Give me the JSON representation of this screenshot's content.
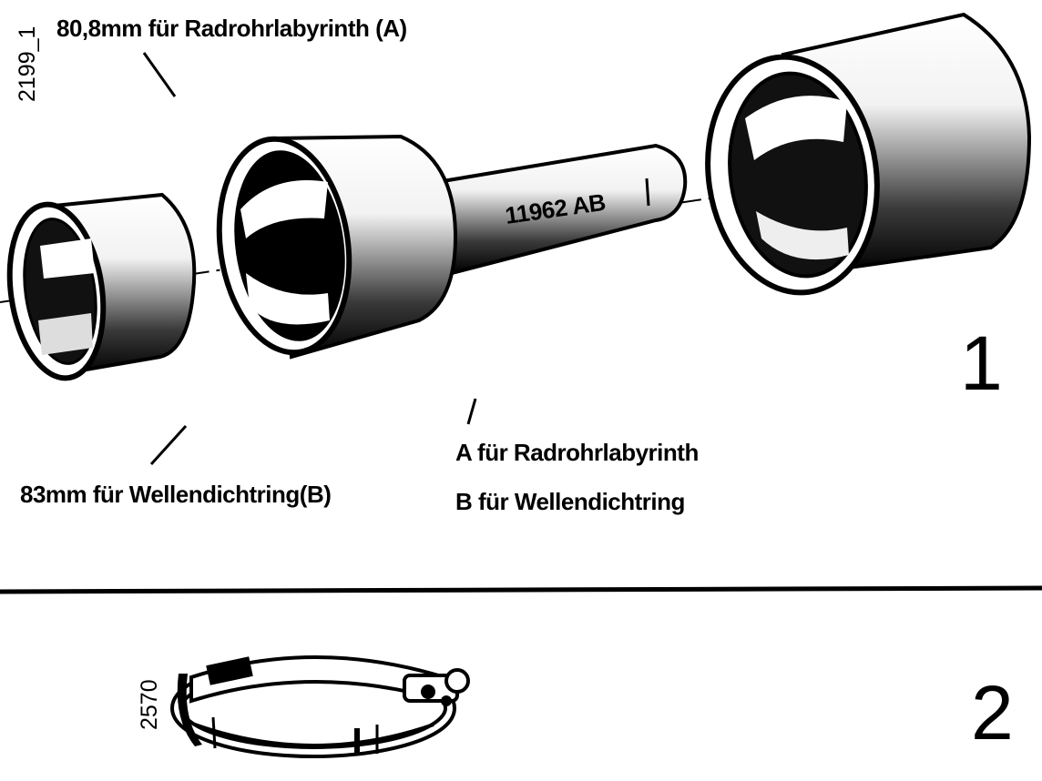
{
  "figure_1": {
    "ref_code": "2199_1",
    "label_top": "80,8mm für Radrohrlabyrinth (A)",
    "tool_marking": "11962 AB",
    "label_bottom_left": "83mm für Wellendichtring(B)",
    "legend_a": "A für Radrohrlabyrinth",
    "legend_b": "B für Wellendichtring",
    "number": "1"
  },
  "figure_2": {
    "ref_code": "2570",
    "number": "2"
  }
}
